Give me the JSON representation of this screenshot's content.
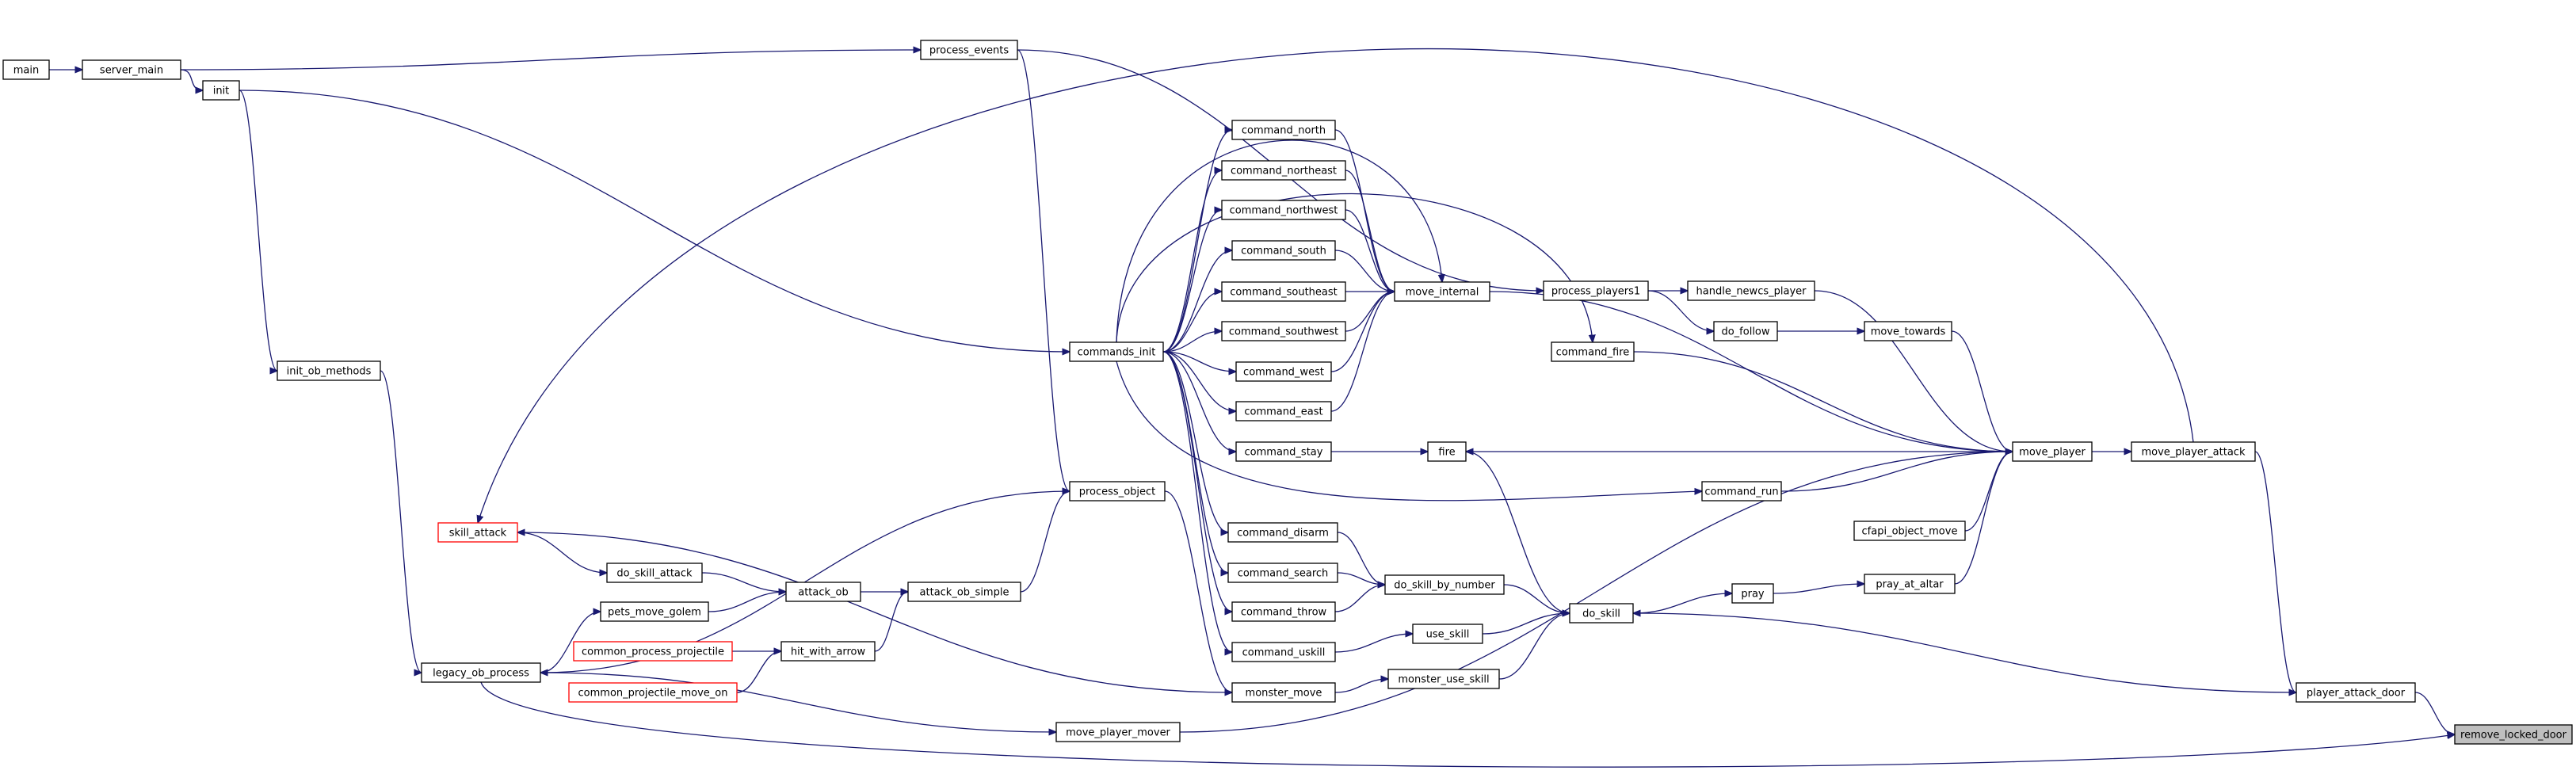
{
  "graph": {
    "colors": {
      "edge": "#191970",
      "node_border": "#000000",
      "truncated_border": "#ff0000",
      "focus_fill": "#bfbfbf",
      "background": "#ffffff"
    },
    "nodes": [
      {
        "id": "remove_locked_door",
        "label": "remove_locked_door",
        "style": "focus"
      },
      {
        "id": "player_attack_door",
        "label": "player_attack_door"
      },
      {
        "id": "move_player_attack",
        "label": "move_player_attack"
      },
      {
        "id": "move_player",
        "label": "move_player"
      },
      {
        "id": "do_skill",
        "label": "do_skill"
      },
      {
        "id": "pray",
        "label": "pray"
      },
      {
        "id": "pray_at_altar",
        "label": "pray_at_altar"
      },
      {
        "id": "cfapi_object_move",
        "label": "cfapi_object_move"
      },
      {
        "id": "command_run",
        "label": "command_run"
      },
      {
        "id": "fire",
        "label": "fire"
      },
      {
        "id": "command_fire",
        "label": "command_fire"
      },
      {
        "id": "move_towards",
        "label": "move_towards"
      },
      {
        "id": "do_follow",
        "label": "do_follow"
      },
      {
        "id": "handle_newcs_player",
        "label": "handle_newcs_player"
      },
      {
        "id": "process_players1",
        "label": "process_players1"
      },
      {
        "id": "move_internal",
        "label": "move_internal"
      },
      {
        "id": "use_skill",
        "label": "use_skill"
      },
      {
        "id": "monster_use_skill",
        "label": "monster_use_skill"
      },
      {
        "id": "do_skill_by_number",
        "label": "do_skill_by_number"
      },
      {
        "id": "command_north",
        "label": "command_north"
      },
      {
        "id": "command_northeast",
        "label": "command_northeast"
      },
      {
        "id": "command_northwest",
        "label": "command_northwest"
      },
      {
        "id": "command_south",
        "label": "command_south"
      },
      {
        "id": "command_southeast",
        "label": "command_southeast"
      },
      {
        "id": "command_southwest",
        "label": "command_southwest"
      },
      {
        "id": "command_west",
        "label": "command_west"
      },
      {
        "id": "command_east",
        "label": "command_east"
      },
      {
        "id": "command_stay",
        "label": "command_stay"
      },
      {
        "id": "command_disarm",
        "label": "command_disarm"
      },
      {
        "id": "command_search",
        "label": "command_search"
      },
      {
        "id": "command_throw",
        "label": "command_throw"
      },
      {
        "id": "command_uskill",
        "label": "command_uskill"
      },
      {
        "id": "monster_move",
        "label": "monster_move"
      },
      {
        "id": "move_player_mover",
        "label": "move_player_mover"
      },
      {
        "id": "commands_init",
        "label": "commands_init"
      },
      {
        "id": "process_object",
        "label": "process_object"
      },
      {
        "id": "process_events",
        "label": "process_events"
      },
      {
        "id": "attack_ob_simple",
        "label": "attack_ob_simple"
      },
      {
        "id": "attack_ob",
        "label": "attack_ob"
      },
      {
        "id": "hit_with_arrow",
        "label": "hit_with_arrow"
      },
      {
        "id": "do_skill_attack",
        "label": "do_skill_attack"
      },
      {
        "id": "pets_move_golem",
        "label": "pets_move_golem"
      },
      {
        "id": "common_process_projectile",
        "label": "common_process_projectile",
        "style": "truncated"
      },
      {
        "id": "common_projectile_move_on",
        "label": "common_projectile_move_on",
        "style": "truncated"
      },
      {
        "id": "skill_attack",
        "label": "skill_attack",
        "style": "truncated"
      },
      {
        "id": "legacy_ob_process",
        "label": "legacy_ob_process"
      },
      {
        "id": "init_ob_methods",
        "label": "init_ob_methods"
      },
      {
        "id": "init",
        "label": "init"
      },
      {
        "id": "server_main",
        "label": "server_main"
      },
      {
        "id": "main",
        "label": "main"
      }
    ],
    "edges": [
      {
        "from": "main",
        "to": "server_main"
      },
      {
        "from": "server_main",
        "to": "init"
      },
      {
        "from": "server_main",
        "to": "process_events"
      },
      {
        "from": "init",
        "to": "commands_init"
      },
      {
        "from": "init",
        "to": "init_ob_methods"
      },
      {
        "from": "init_ob_methods",
        "to": "legacy_ob_process"
      },
      {
        "from": "process_events",
        "to": "process_object"
      },
      {
        "from": "process_events",
        "to": "process_players1"
      },
      {
        "from": "process_players1",
        "to": "handle_newcs_player"
      },
      {
        "from": "process_players1",
        "to": "do_follow"
      },
      {
        "from": "handle_newcs_player",
        "to": "move_player"
      },
      {
        "from": "do_follow",
        "to": "move_towards"
      },
      {
        "from": "move_towards",
        "to": "move_player"
      },
      {
        "from": "process_object",
        "to": "legacy_ob_process"
      },
      {
        "from": "legacy_ob_process",
        "to": "pets_move_golem"
      },
      {
        "from": "legacy_ob_process",
        "to": "move_player_mover"
      },
      {
        "from": "legacy_ob_process",
        "to": "remove_locked_door"
      },
      {
        "from": "pets_move_golem",
        "to": "attack_ob"
      },
      {
        "from": "do_skill_attack",
        "to": "attack_ob"
      },
      {
        "from": "skill_attack",
        "to": "do_skill_attack"
      },
      {
        "from": "attack_ob",
        "to": "attack_ob_simple"
      },
      {
        "from": "hit_with_arrow",
        "to": "attack_ob_simple"
      },
      {
        "from": "common_process_projectile",
        "to": "hit_with_arrow"
      },
      {
        "from": "common_projectile_move_on",
        "to": "hit_with_arrow"
      },
      {
        "from": "attack_ob_simple",
        "to": "process_object"
      },
      {
        "from": "process_object",
        "to": "monster_move"
      },
      {
        "from": "monster_move",
        "to": "monster_use_skill"
      },
      {
        "from": "monster_move",
        "to": "skill_attack"
      },
      {
        "from": "commands_init",
        "to": "command_north"
      },
      {
        "from": "commands_init",
        "to": "command_northeast"
      },
      {
        "from": "commands_init",
        "to": "command_northwest"
      },
      {
        "from": "commands_init",
        "to": "command_south"
      },
      {
        "from": "commands_init",
        "to": "command_southeast"
      },
      {
        "from": "commands_init",
        "to": "command_southwest"
      },
      {
        "from": "commands_init",
        "to": "command_west"
      },
      {
        "from": "commands_init",
        "to": "command_east"
      },
      {
        "from": "commands_init",
        "to": "command_stay"
      },
      {
        "from": "commands_init",
        "to": "command_disarm"
      },
      {
        "from": "commands_init",
        "to": "command_search"
      },
      {
        "from": "commands_init",
        "to": "command_throw"
      },
      {
        "from": "commands_init",
        "to": "command_uskill"
      },
      {
        "from": "commands_init",
        "to": "command_run"
      },
      {
        "from": "commands_init",
        "to": "command_fire"
      },
      {
        "from": "commands_init",
        "to": "move_internal"
      },
      {
        "from": "command_north",
        "to": "move_internal"
      },
      {
        "from": "command_northeast",
        "to": "move_internal"
      },
      {
        "from": "command_northwest",
        "to": "move_internal"
      },
      {
        "from": "command_south",
        "to": "move_internal"
      },
      {
        "from": "command_southeast",
        "to": "move_internal"
      },
      {
        "from": "command_southwest",
        "to": "move_internal"
      },
      {
        "from": "command_west",
        "to": "move_internal"
      },
      {
        "from": "command_east",
        "to": "move_internal"
      },
      {
        "from": "command_stay",
        "to": "fire"
      },
      {
        "from": "command_fire",
        "to": "move_player"
      },
      {
        "from": "command_run",
        "to": "move_player"
      },
      {
        "from": "move_internal",
        "to": "move_player"
      },
      {
        "from": "move_player",
        "to": "fire"
      },
      {
        "from": "fire",
        "to": "do_skill"
      },
      {
        "from": "command_disarm",
        "to": "do_skill_by_number"
      },
      {
        "from": "command_search",
        "to": "do_skill_by_number"
      },
      {
        "from": "command_throw",
        "to": "do_skill_by_number"
      },
      {
        "from": "do_skill_by_number",
        "to": "do_skill"
      },
      {
        "from": "command_uskill",
        "to": "use_skill"
      },
      {
        "from": "use_skill",
        "to": "do_skill"
      },
      {
        "from": "monster_use_skill",
        "to": "do_skill"
      },
      {
        "from": "do_skill",
        "to": "pray"
      },
      {
        "from": "pray",
        "to": "pray_at_altar"
      },
      {
        "from": "pray_at_altar",
        "to": "move_player"
      },
      {
        "from": "cfapi_object_move",
        "to": "move_player"
      },
      {
        "from": "move_player_mover",
        "to": "move_player"
      },
      {
        "from": "move_player",
        "to": "move_player_attack"
      },
      {
        "from": "move_player_attack",
        "to": "skill_attack"
      },
      {
        "from": "move_player_attack",
        "to": "player_attack_door"
      },
      {
        "from": "player_attack_door",
        "to": "do_skill"
      },
      {
        "from": "player_attack_door",
        "to": "remove_locked_door"
      }
    ]
  }
}
